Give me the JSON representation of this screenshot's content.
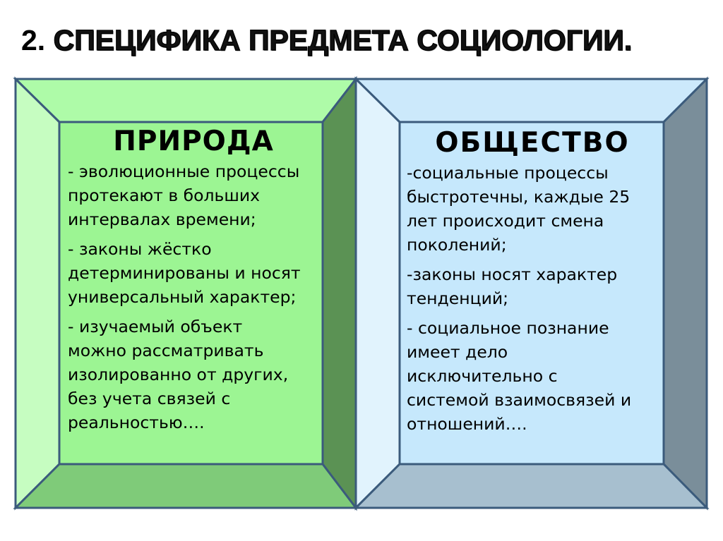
{
  "slide": {
    "title_number": "2.",
    "title_text": "СПЕЦИФИКА ПРЕДМЕТА СОЦИОЛОГИИ."
  },
  "colors": {
    "stroke": "#3b5b7c",
    "left": {
      "top": "#aefba8",
      "left": "#c6fdc1",
      "right": "#5b9254",
      "bottom": "#7fcb79",
      "face": "#9cf593"
    },
    "right": {
      "top": "#cce9fb",
      "left": "#e1f3fd",
      "right": "#7a8e9a",
      "bottom": "#a7bfcf",
      "face": "#c6e8fc"
    }
  },
  "panels": {
    "nature": {
      "heading": "ПРИРОДА",
      "items": [
        {
          "lines": [
            "- эволюционные процессы",
            "протекают в больших",
            "интервалах времени;"
          ]
        },
        {
          "lines": [
            "- законы жёстко",
            "детерминированы и носят",
            "универсальный характер;"
          ]
        },
        {
          "lines": [
            "- изучаемый объект",
            "можно рассматривать",
            "изолированно от других,",
            "без учета связей с",
            "реальностью…."
          ]
        }
      ]
    },
    "society": {
      "heading": "ОБЩЕСТВО",
      "items": [
        {
          "lines": [
            "-социальные процессы",
            "быстротечны, каждые 25",
            "лет происходит смена",
            "поколений;"
          ]
        },
        {
          "lines": [
            "-законы носят характер",
            "тенденций;"
          ]
        },
        {
          "lines": [
            "- социальное познание",
            "имеет дело",
            "исключительно с",
            "системой взаимосвязей и",
            "отношений…."
          ]
        }
      ]
    }
  }
}
